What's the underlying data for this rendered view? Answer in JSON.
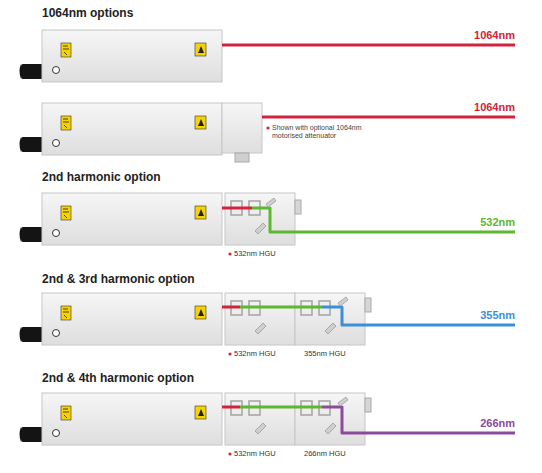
{
  "diagram": {
    "nodes": [
      {
        "text": [
          "532nm HGU"
        ]
      },
      {
        "text": [
          "532nm HGU"
        ]
      },
      {
        "text": [
          "355nm HGU"
        ]
      },
      {
        "text": [
          "532nm HGU"
        ]
      },
      {
        "text": [
          "266nm HGU"
        ]
      }
    ],
    "labels": [
      "1064nm options",
      "1064nm",
      "1064nm",
      "Shown with optional 1064nm motorised attenuator",
      "2nd harmonic option",
      "532nm",
      "2nd & 3rd harmonic option",
      "355nm",
      "2nd & 4th harmonic option",
      "266nm"
    ]
  }
}
